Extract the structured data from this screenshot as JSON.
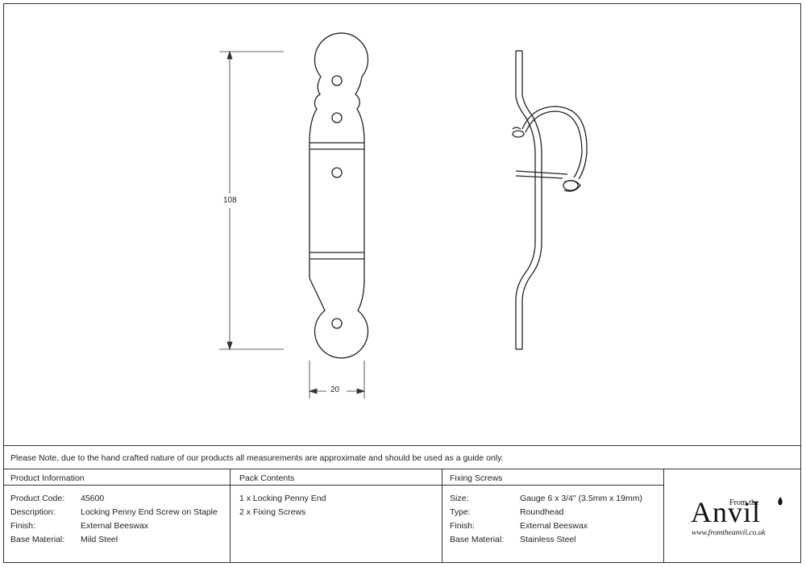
{
  "dimensions": {
    "height_label": "108",
    "width_label": "20"
  },
  "note": "Please Note, due to the hand crafted nature of our products all measurements are approximate and should be used as a guide only.",
  "product_info": {
    "heading": "Product Information",
    "rows": [
      {
        "label": "Product Code:",
        "value": "45600"
      },
      {
        "label": "Description:",
        "value": "Locking Penny End Screw on Staple"
      },
      {
        "label": "Finish:",
        "value": "External Beeswax"
      },
      {
        "label": "Base Material:",
        "value": "Mild Steel"
      }
    ]
  },
  "pack_contents": {
    "heading": "Pack Contents",
    "items": [
      "1 x Locking Penny End",
      "2 x Fixing Screws"
    ]
  },
  "fixing_screws": {
    "heading": "Fixing Screws",
    "rows": [
      {
        "label": "Size:",
        "value": "Gauge 6 x 3/4\" (3.5mm x 19mm)"
      },
      {
        "label": "Type:",
        "value": "Roundhead"
      },
      {
        "label": "Finish:",
        "value": "External Beeswax"
      },
      {
        "label": "Base Material:",
        "value": "Stainless Steel"
      }
    ]
  },
  "logo": {
    "from_the": "From the",
    "brand": "Anvil",
    "url": "www.fromtheanvil.co.uk"
  }
}
